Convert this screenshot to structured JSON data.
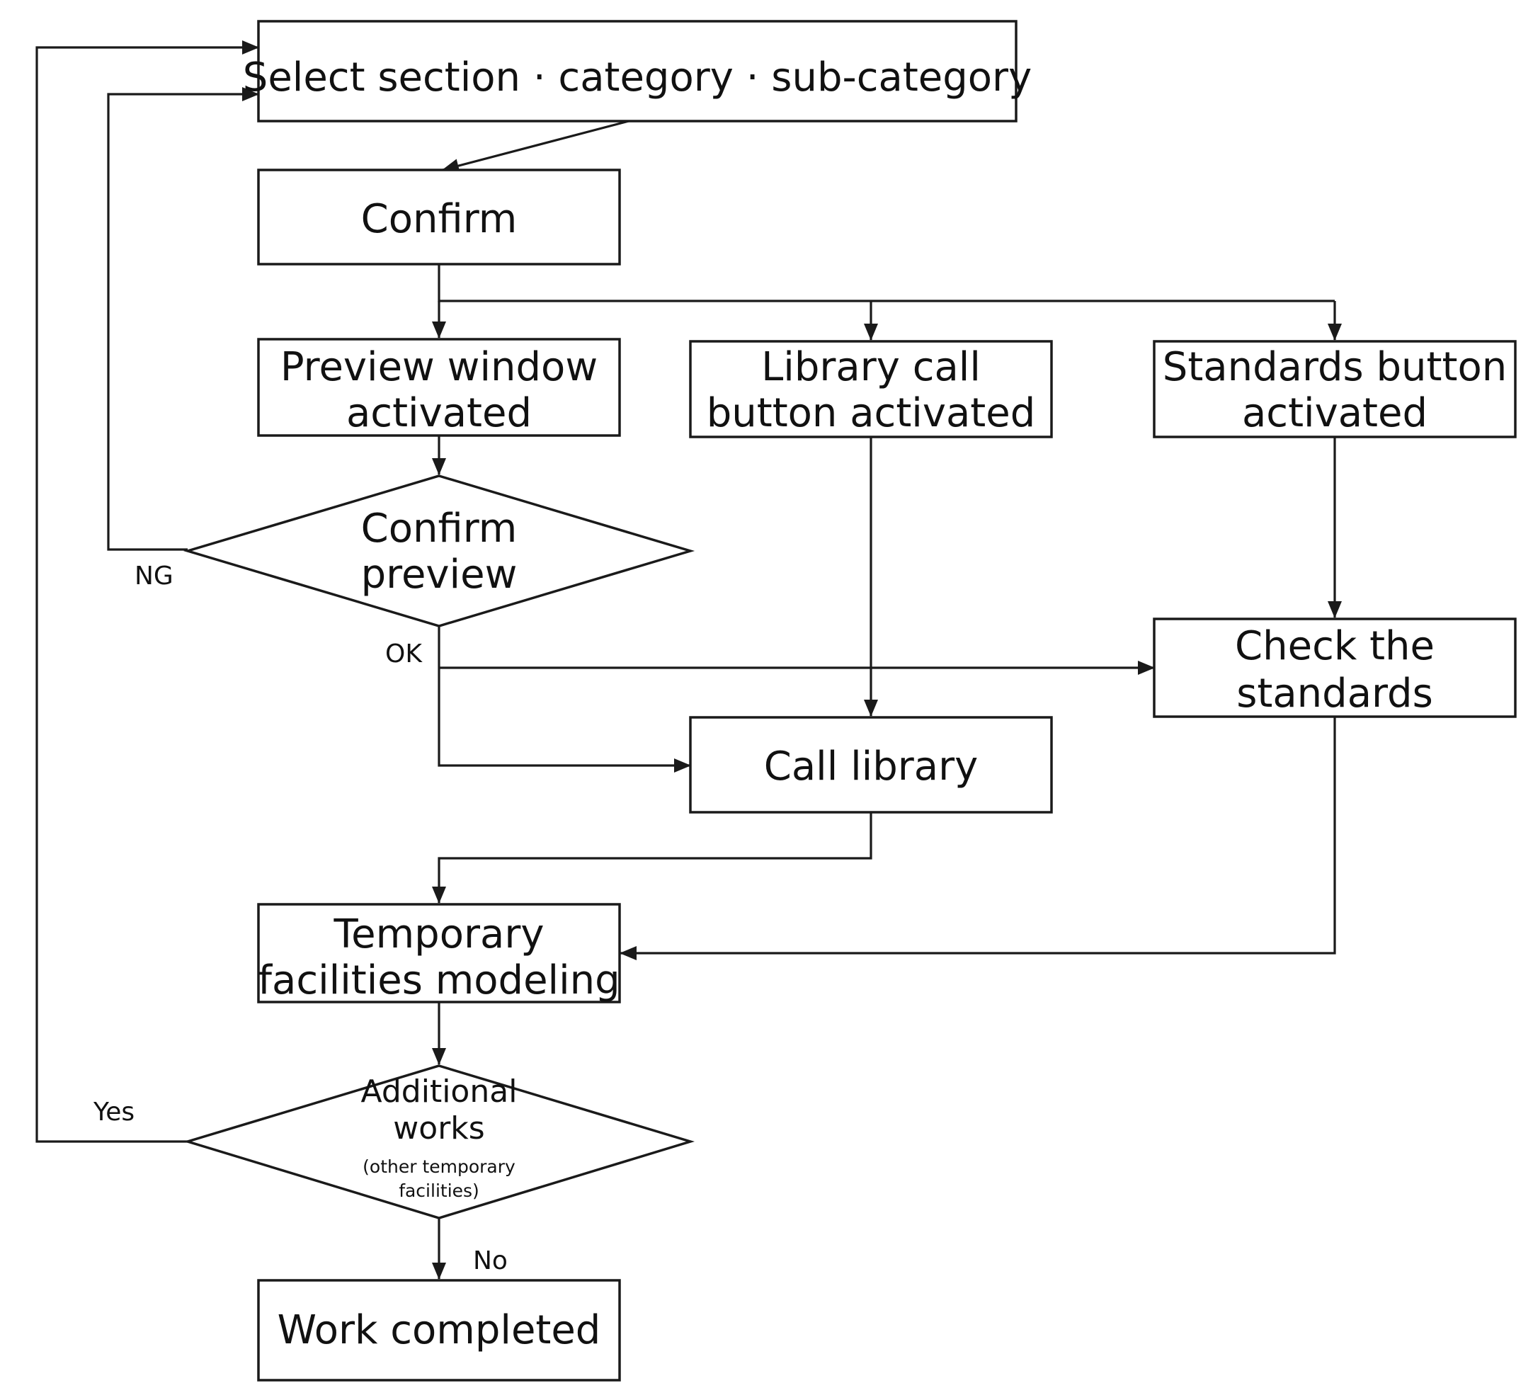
{
  "nodes": {
    "select": {
      "label": "Select section · category · sub-category"
    },
    "confirm": {
      "label": "Confirm"
    },
    "preview_window": {
      "line1": "Preview window",
      "line2": "activated"
    },
    "library_button": {
      "line1": "Library call",
      "line2": "button activated"
    },
    "standards_button": {
      "line1": "Standards button",
      "line2": "activated"
    },
    "confirm_preview": {
      "line1": "Confirm",
      "line2": "preview"
    },
    "check_standards": {
      "line1": "Check the",
      "line2": "standards"
    },
    "call_library": {
      "label": "Call library"
    },
    "temp_modeling": {
      "line1": "Temporary",
      "line2": "facilities modeling"
    },
    "additional_works": {
      "line1": "Additional",
      "line2": "works",
      "line3": "(other temporary",
      "line4": "facilities)"
    },
    "work_completed": {
      "label": "Work completed"
    }
  },
  "edge_labels": {
    "ng": "NG",
    "ok": "OK",
    "yes": "Yes",
    "no": "No"
  },
  "colors": {
    "stroke": "#1a1a1a",
    "background": "#ffffff"
  }
}
